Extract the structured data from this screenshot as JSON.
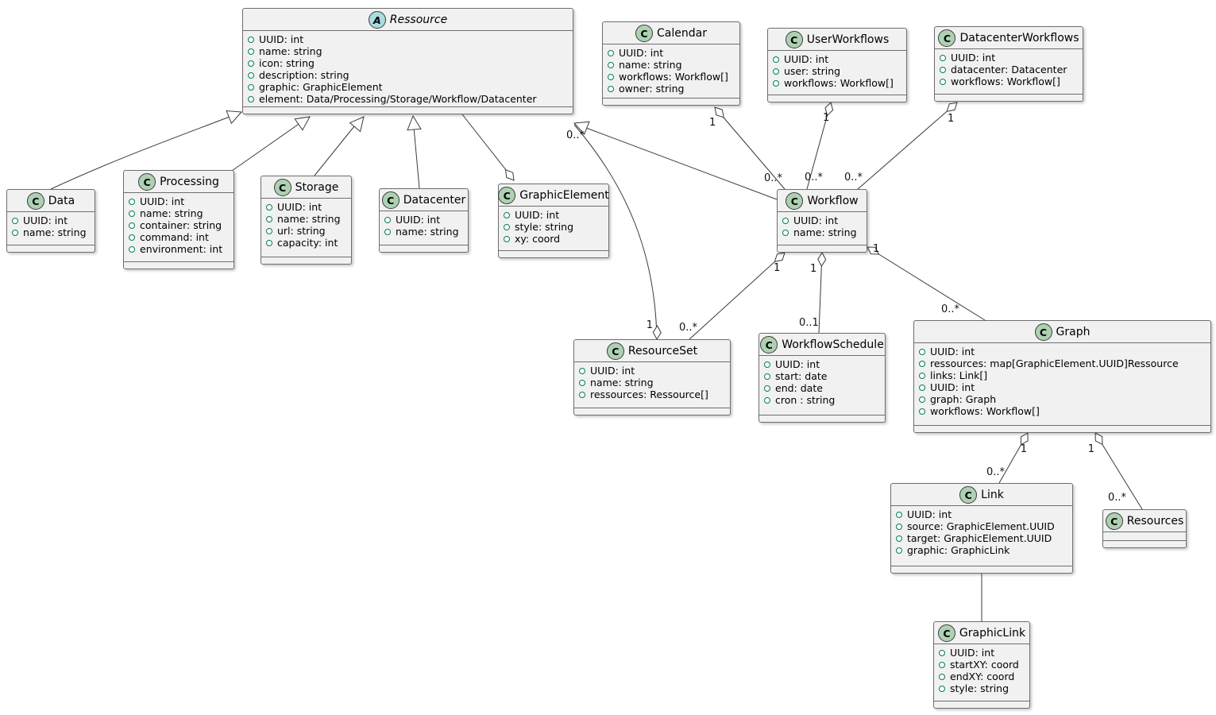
{
  "diagram": {
    "type": "uml-class-diagram",
    "background": "#FFFFFF",
    "colors": {
      "box_fill": "#F1F1F1",
      "box_border": "#6E6E6E",
      "line": "#3A3A3A",
      "class_spot_fill": "#ADD1B2",
      "abstract_spot_fill": "#A9DCDF",
      "field_icon": "#038048",
      "text": "#000000"
    },
    "classes": [
      {
        "id": "Ressource",
        "name": "Ressource",
        "kind": "abstract",
        "spot_letter": "A",
        "attributes": [
          "UUID: int",
          "name: string",
          "icon: string",
          "description: string",
          "graphic: GraphicElement",
          "element: Data/Processing/Storage/Workflow/Datacenter"
        ]
      },
      {
        "id": "Calendar",
        "name": "Calendar",
        "kind": "class",
        "spot_letter": "C",
        "attributes": [
          "UUID: int",
          "name: string",
          "workflows: Workflow[]",
          "owner: string"
        ]
      },
      {
        "id": "UserWorkflows",
        "name": "UserWorkflows",
        "kind": "class",
        "spot_letter": "C",
        "attributes": [
          "UUID: int",
          "user: string",
          "workflows: Workflow[]"
        ]
      },
      {
        "id": "DatacenterWorkflows",
        "name": "DatacenterWorkflows",
        "kind": "class",
        "spot_letter": "C",
        "attributes": [
          "UUID: int",
          "datacenter: Datacenter",
          "workflows: Workflow[]"
        ]
      },
      {
        "id": "Data",
        "name": "Data",
        "kind": "class",
        "spot_letter": "C",
        "attributes": [
          "UUID: int",
          "name: string"
        ]
      },
      {
        "id": "Processing",
        "name": "Processing",
        "kind": "class",
        "spot_letter": "C",
        "attributes": [
          "UUID: int",
          "name: string",
          "container: string",
          "command: int",
          "environment: int"
        ]
      },
      {
        "id": "Storage",
        "name": "Storage",
        "kind": "class",
        "spot_letter": "C",
        "attributes": [
          "UUID: int",
          "name: string",
          "url: string",
          "capacity: int"
        ]
      },
      {
        "id": "Datacenter",
        "name": "Datacenter",
        "kind": "class",
        "spot_letter": "C",
        "attributes": [
          "UUID: int",
          "name: string"
        ]
      },
      {
        "id": "GraphicElement",
        "name": "GraphicElement",
        "kind": "class",
        "spot_letter": "C",
        "attributes": [
          "UUID: int",
          "style: string",
          "xy: coord"
        ]
      },
      {
        "id": "Workflow",
        "name": "Workflow",
        "kind": "class",
        "spot_letter": "C",
        "attributes": [
          "UUID: int",
          "name: string"
        ]
      },
      {
        "id": "ResourceSet",
        "name": "ResourceSet",
        "kind": "class",
        "spot_letter": "C",
        "attributes": [
          "UUID: int",
          "name: string",
          "ressources: Ressource[]"
        ]
      },
      {
        "id": "WorkflowSchedule",
        "name": "WorkflowSchedule",
        "kind": "class",
        "spot_letter": "C",
        "attributes": [
          "UUID: int",
          "start: date",
          "end: date",
          "cron : string"
        ]
      },
      {
        "id": "Graph",
        "name": "Graph",
        "kind": "class",
        "spot_letter": "C",
        "attributes": [
          "UUID: int",
          "ressources: map[GraphicElement.UUID]Ressource",
          "links: Link[]",
          "UUID: int",
          "graph: Graph",
          "workflows: Workflow[]"
        ]
      },
      {
        "id": "Link",
        "name": "Link",
        "kind": "class",
        "spot_letter": "C",
        "attributes": [
          "UUID: int",
          "source: GraphicElement.UUID",
          "target: GraphicElement.UUID",
          "graphic: GraphicLink"
        ]
      },
      {
        "id": "Resources",
        "name": "Resources",
        "kind": "class",
        "spot_letter": "C",
        "attributes": []
      },
      {
        "id": "GraphicLink",
        "name": "GraphicLink",
        "kind": "class",
        "spot_letter": "C",
        "attributes": [
          "UUID: int",
          "startXY: coord",
          "endXY: coord",
          "style: string"
        ]
      }
    ],
    "relations": [
      {
        "id": "data_ressource",
        "from": "Data",
        "to": "Ressource",
        "kind": "extends"
      },
      {
        "id": "processing_ressource",
        "from": "Processing",
        "to": "Ressource",
        "kind": "extends"
      },
      {
        "id": "storage_ressource",
        "from": "Storage",
        "to": "Ressource",
        "kind": "extends"
      },
      {
        "id": "datacenter_ressource",
        "from": "Datacenter",
        "to": "Ressource",
        "kind": "extends"
      },
      {
        "id": "workflow_ressource",
        "from": "Workflow",
        "to": "Ressource",
        "kind": "extends"
      },
      {
        "id": "ressource_graphicelement",
        "from": "Ressource",
        "to": "GraphicElement",
        "kind": "aggregation",
        "diamond_at": "GraphicElement"
      },
      {
        "id": "calendar_workflow",
        "from": "Calendar",
        "to": "Workflow",
        "kind": "aggregation",
        "diamond_at": "Calendar",
        "from_label": "1",
        "to_label": "0..*"
      },
      {
        "id": "userworkflows_workflow",
        "from": "UserWorkflows",
        "to": "Workflow",
        "kind": "aggregation",
        "diamond_at": "UserWorkflows",
        "from_label": "1",
        "to_label": "0..*"
      },
      {
        "id": "datacenterworkflows_workflow",
        "from": "DatacenterWorkflows",
        "to": "Workflow",
        "kind": "aggregation",
        "diamond_at": "DatacenterWorkflows",
        "from_label": "1",
        "to_label": "0..*"
      },
      {
        "id": "ressource_resourceset",
        "from": "Ressource",
        "to": "ResourceSet",
        "kind": "aggregation",
        "diamond_at": "ResourceSet",
        "from_label": "0..*",
        "to_label": "1"
      },
      {
        "id": "workflow_resourceset",
        "from": "Workflow",
        "to": "ResourceSet",
        "kind": "aggregation",
        "diamond_at": "Workflow",
        "from_label": "1",
        "to_label": "0..*"
      },
      {
        "id": "workflow_workflowschedule",
        "from": "Workflow",
        "to": "WorkflowSchedule",
        "kind": "aggregation",
        "diamond_at": "Workflow",
        "from_label": "1",
        "to_label": "0..1"
      },
      {
        "id": "workflow_graph",
        "from": "Workflow",
        "to": "Graph",
        "kind": "aggregation",
        "diamond_at": "Workflow",
        "from_label": "1",
        "to_label": "0..*"
      },
      {
        "id": "graph_link",
        "from": "Graph",
        "to": "Link",
        "kind": "aggregation",
        "diamond_at": "Graph",
        "from_label": "1",
        "to_label": "0..*"
      },
      {
        "id": "graph_resources",
        "from": "Graph",
        "to": "Resources",
        "kind": "aggregation",
        "diamond_at": "Graph",
        "from_label": "1",
        "to_label": "0..*"
      },
      {
        "id": "link_graphiclink",
        "from": "Link",
        "to": "GraphicLink",
        "kind": "association"
      }
    ]
  }
}
